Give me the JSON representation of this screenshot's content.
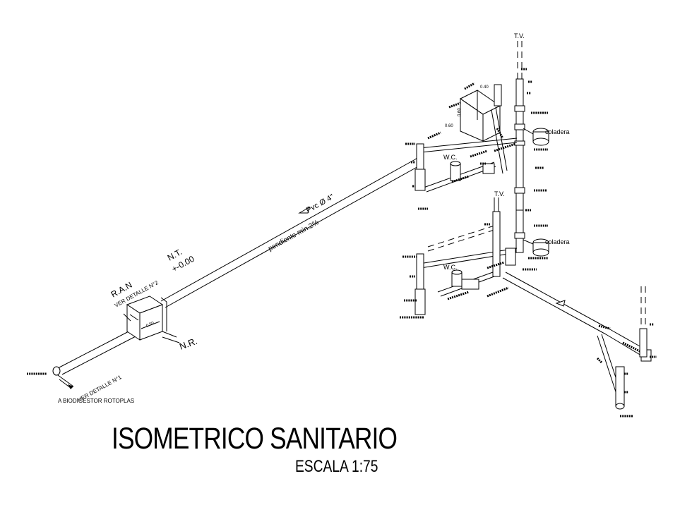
{
  "title": "ISOMETRICO SANITARIO",
  "scale": "ESCALA 1:75",
  "labels": {
    "tv_top": "T.V.",
    "tv_middle": "T.V.",
    "coladera_top": "coladera",
    "coladera_bottom": "coladera",
    "wc_top": "W.C.",
    "wc_bottom": "W.C.",
    "pipe_spec": "Pvc Ø 4\"",
    "slope": "pendiente min.2%",
    "nt_label": "N.T.",
    "nt_value": "+-0.00",
    "ran": "R.A.N",
    "ver_detalle_2": "VER DETALLE N°2",
    "nr": "N.R.",
    "ver_detalle_1": "VER DETALLE N°1",
    "biodigestor": "A BIODIGESTOR ROTOPLAS",
    "dim_040": "0.40",
    "dim_060a": "0.60",
    "dim_060b": "0.60",
    "dim_050": "0.50"
  }
}
